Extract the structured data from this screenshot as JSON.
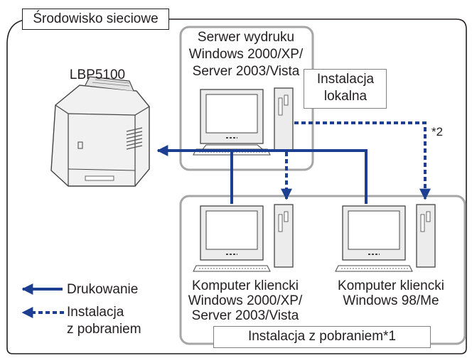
{
  "environment_label": "Środowisko sieciowe",
  "printer": {
    "name": "LBP5100"
  },
  "print_server": {
    "label_lines": [
      "Serwer wydruku",
      "Windows 2000/XP/",
      "Server 2003/Vista"
    ],
    "install_label_lines": [
      "Instalacja",
      "lokalna"
    ]
  },
  "client_left": {
    "label_lines": [
      "Komputer kliencki",
      "Windows 2000/XP/",
      "Server 2003/Vista"
    ]
  },
  "client_right": {
    "label_lines": [
      "Komputer kliencki",
      "Windows 98/Me"
    ]
  },
  "download_install_label": "Instalacja z pobraniem*1",
  "footnote_marker": "*2",
  "legend": {
    "printing": "Drukowanie",
    "download_lines": [
      "Instalacja",
      "z pobraniem"
    ]
  },
  "colors": {
    "connection": "#1d3f91",
    "frame": "#808080",
    "group_border": "#a6a6a6",
    "text": "#231f20"
  }
}
